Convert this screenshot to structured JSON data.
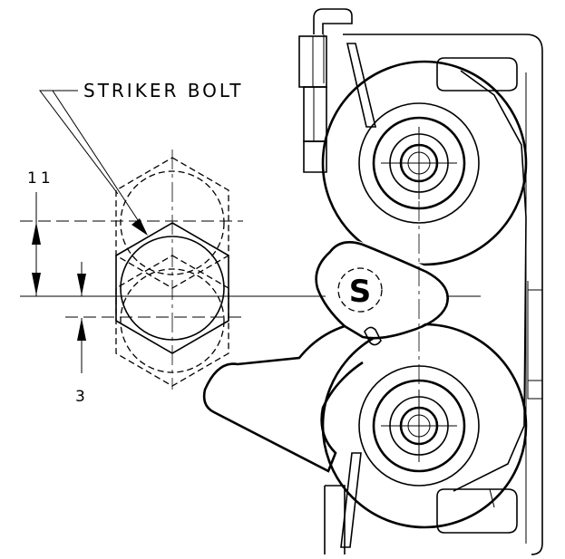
{
  "callouts": {
    "striker_label": "STRIKER BOLT",
    "dim_upper": "11",
    "dim_lower": "3"
  },
  "latch_mark": "S",
  "colors": {
    "line": "#000000",
    "background": "#ffffff"
  }
}
